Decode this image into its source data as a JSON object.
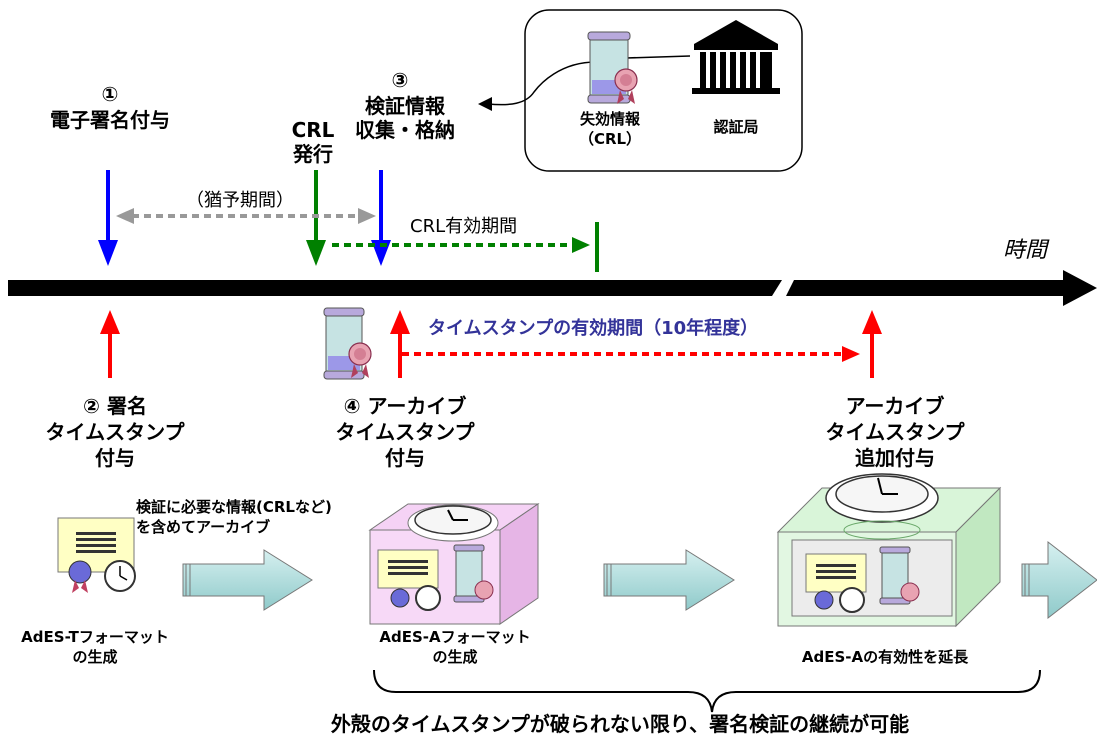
{
  "events": {
    "e1_number": "①",
    "e1_text": "電子署名付与",
    "crl_line1": "CRL",
    "crl_line2": "発行",
    "e3_number": "③",
    "e3_line1": "検証情報",
    "e3_line2": "収集・格納"
  },
  "grace_period": "（猶予期間）",
  "crl_validity": "CRL有効期間",
  "time_label": "時間",
  "ca_box": {
    "crl_line1": "失効情報",
    "crl_line2": "（CRL）",
    "authority": "認証局"
  },
  "timestamp_validity": "タイムスタンプの有効期間（10年程度）",
  "lower_events": {
    "e2_line1": "②  署名",
    "e2_line2": "タイムスタンプ",
    "e2_line3": "付与",
    "e4_line1": "④  アーカイブ",
    "e4_line2": "タイムスタンプ",
    "e4_line3": "付与",
    "e5_line1": "アーカイブ",
    "e5_line2": "タイムスタンプ",
    "e5_line3": "追加付与"
  },
  "archive_note_line1": "検証に必要な情報(CRLなど)",
  "archive_note_line2": "を含めてアーカイブ",
  "formats": {
    "t_line1": "AdES-Tフォーマット",
    "t_line2": "の生成",
    "a_line1": "AdES-Aフォーマット",
    "a_line2": "の生成",
    "extend": "AdES-Aの有効性を延長"
  },
  "conclusion": "外殻のタイムスタンプが破られない限り、署名検証の継続が可能",
  "colors": {
    "blue_arrow": "#0000ff",
    "green_arrow": "#008000",
    "red_arrow": "#ff0000",
    "timestamp_text": "#333399",
    "timeline": "#000000"
  }
}
